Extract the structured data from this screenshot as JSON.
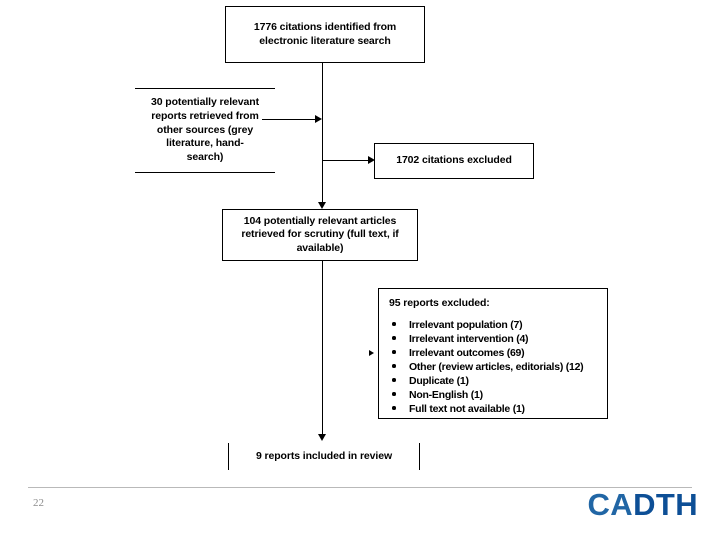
{
  "slide": {
    "page_number": "22",
    "logo": {
      "part_a": "CA",
      "part_b": "DTH",
      "color_a": "#2166a5",
      "color_b": "#0d4f96"
    }
  },
  "flowchart": {
    "identification_box": {
      "line1": "1776 citations identified from",
      "line2": "electronic literature search"
    },
    "grey_literature_box": {
      "line1": "30 potentially relevant",
      "line2": "reports retrieved from",
      "line3": "other sources (grey",
      "line4": "literature, hand-",
      "line5": "search)"
    },
    "citations_excluded_box": {
      "line1": "1702 citations excluded"
    },
    "screening_box": {
      "line1": "104 potentially relevant articles",
      "line2": "retrieved for scrutiny (full text, if",
      "line3": "available)"
    },
    "reports_excluded_box": {
      "header": "95 reports excluded:",
      "reasons": [
        "Irrelevant population (7)",
        "Irrelevant intervention (4)",
        "Irrelevant outcomes (69)",
        "Other (review articles, editorials) (12)",
        "Duplicate (1)",
        "Non-English (1)",
        "Full text not available (1)"
      ]
    },
    "included_box": {
      "line1": "9 reports included in review"
    }
  }
}
